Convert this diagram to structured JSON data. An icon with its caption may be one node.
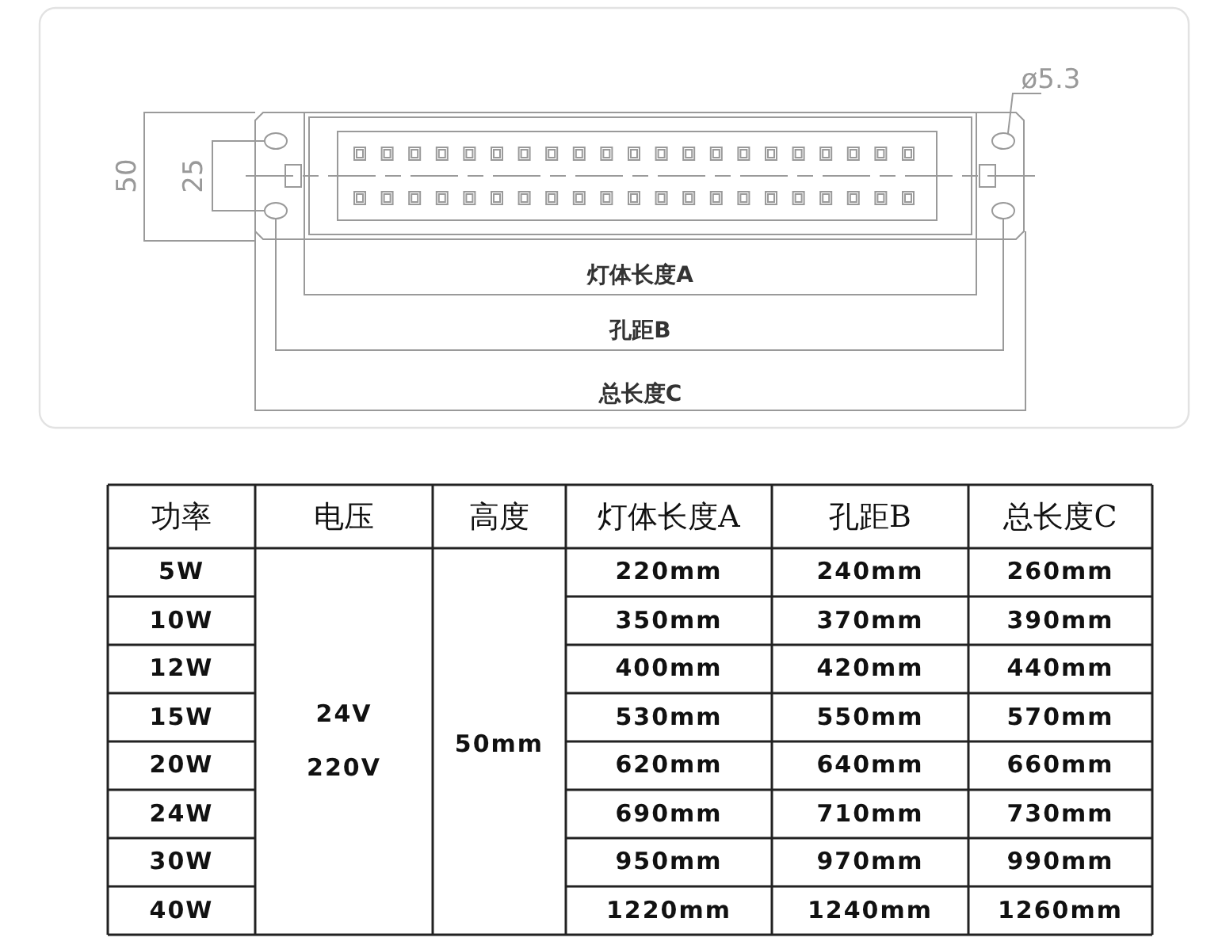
{
  "diagram": {
    "nodes": [
      {
        "text": [
          "ø5.3"
        ]
      },
      {
        "text": [],
        "shape": "circle"
      }
    ],
    "edges": [
      {
        "from": 0,
        "to": 1,
        "arrow": "none"
      }
    ],
    "labels": [
      "50",
      "25",
      "灯体长度A",
      "孔距B",
      "总长度C",
      "功率",
      "电压",
      "高度",
      "灯体长度A",
      "孔距B",
      "总长度C",
      "5W",
      "24V",
      "220V",
      "50mm",
      "220mm",
      "240mm",
      "260mm",
      "10W",
      "350mm",
      "370mm",
      "390mm",
      "12W",
      "400mm",
      "420mm",
      "440mm",
      "15W",
      "530mm",
      "550mm",
      "570mm",
      "20W",
      "620mm",
      "640mm",
      "660mm",
      "24W",
      "690mm",
      "710mm",
      "730mm",
      "30W",
      "950mm",
      "970mm",
      "990mm",
      "40W",
      "1220mm",
      "1240mm",
      "1260mm"
    ]
  }
}
